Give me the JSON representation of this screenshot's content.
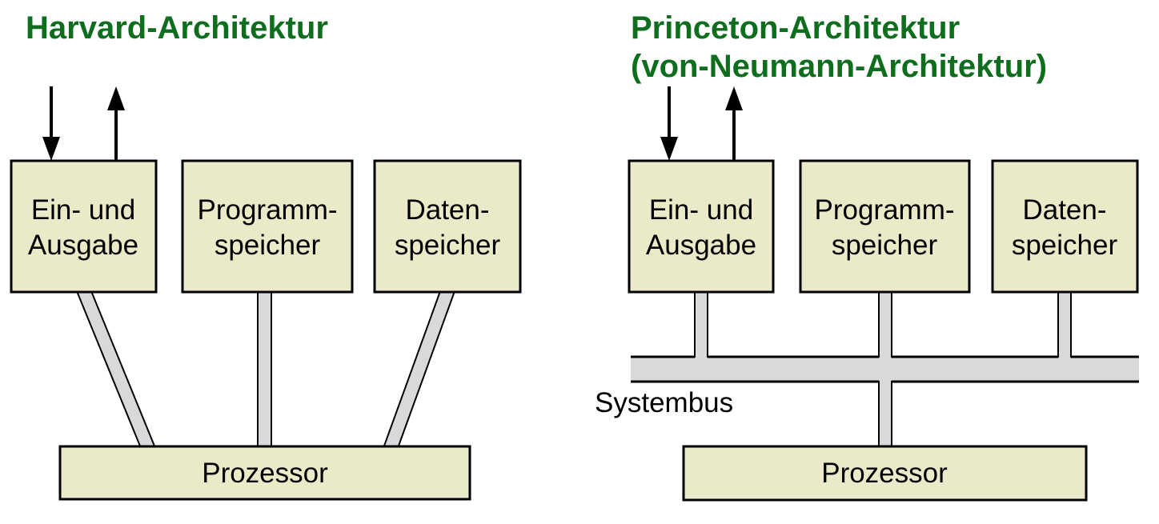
{
  "palette": {
    "background": "#ffffff",
    "title_green": "#0e6e1e",
    "box_fill": "#eae9c8",
    "box_border": "#000000",
    "connector_fill": "#d9d9d9"
  },
  "harvard": {
    "title": "Harvard-Architektur",
    "io_box": {
      "line1": "Ein- und",
      "line2": "Ausgabe"
    },
    "program_box": {
      "line1": "Programm-",
      "line2": "speicher"
    },
    "data_box": {
      "line1": "Daten-",
      "line2": "speicher"
    },
    "processor": "Prozessor"
  },
  "princeton": {
    "title_line1": "Princeton-Architektur",
    "title_line2": "(von-Neumann-Architektur)",
    "io_box": {
      "line1": "Ein- und",
      "line2": "Ausgabe"
    },
    "program_box": {
      "line1": "Programm-",
      "line2": "speicher"
    },
    "data_box": {
      "line1": "Daten-",
      "line2": "speicher"
    },
    "bus_label": "Systembus",
    "processor": "Prozessor"
  }
}
